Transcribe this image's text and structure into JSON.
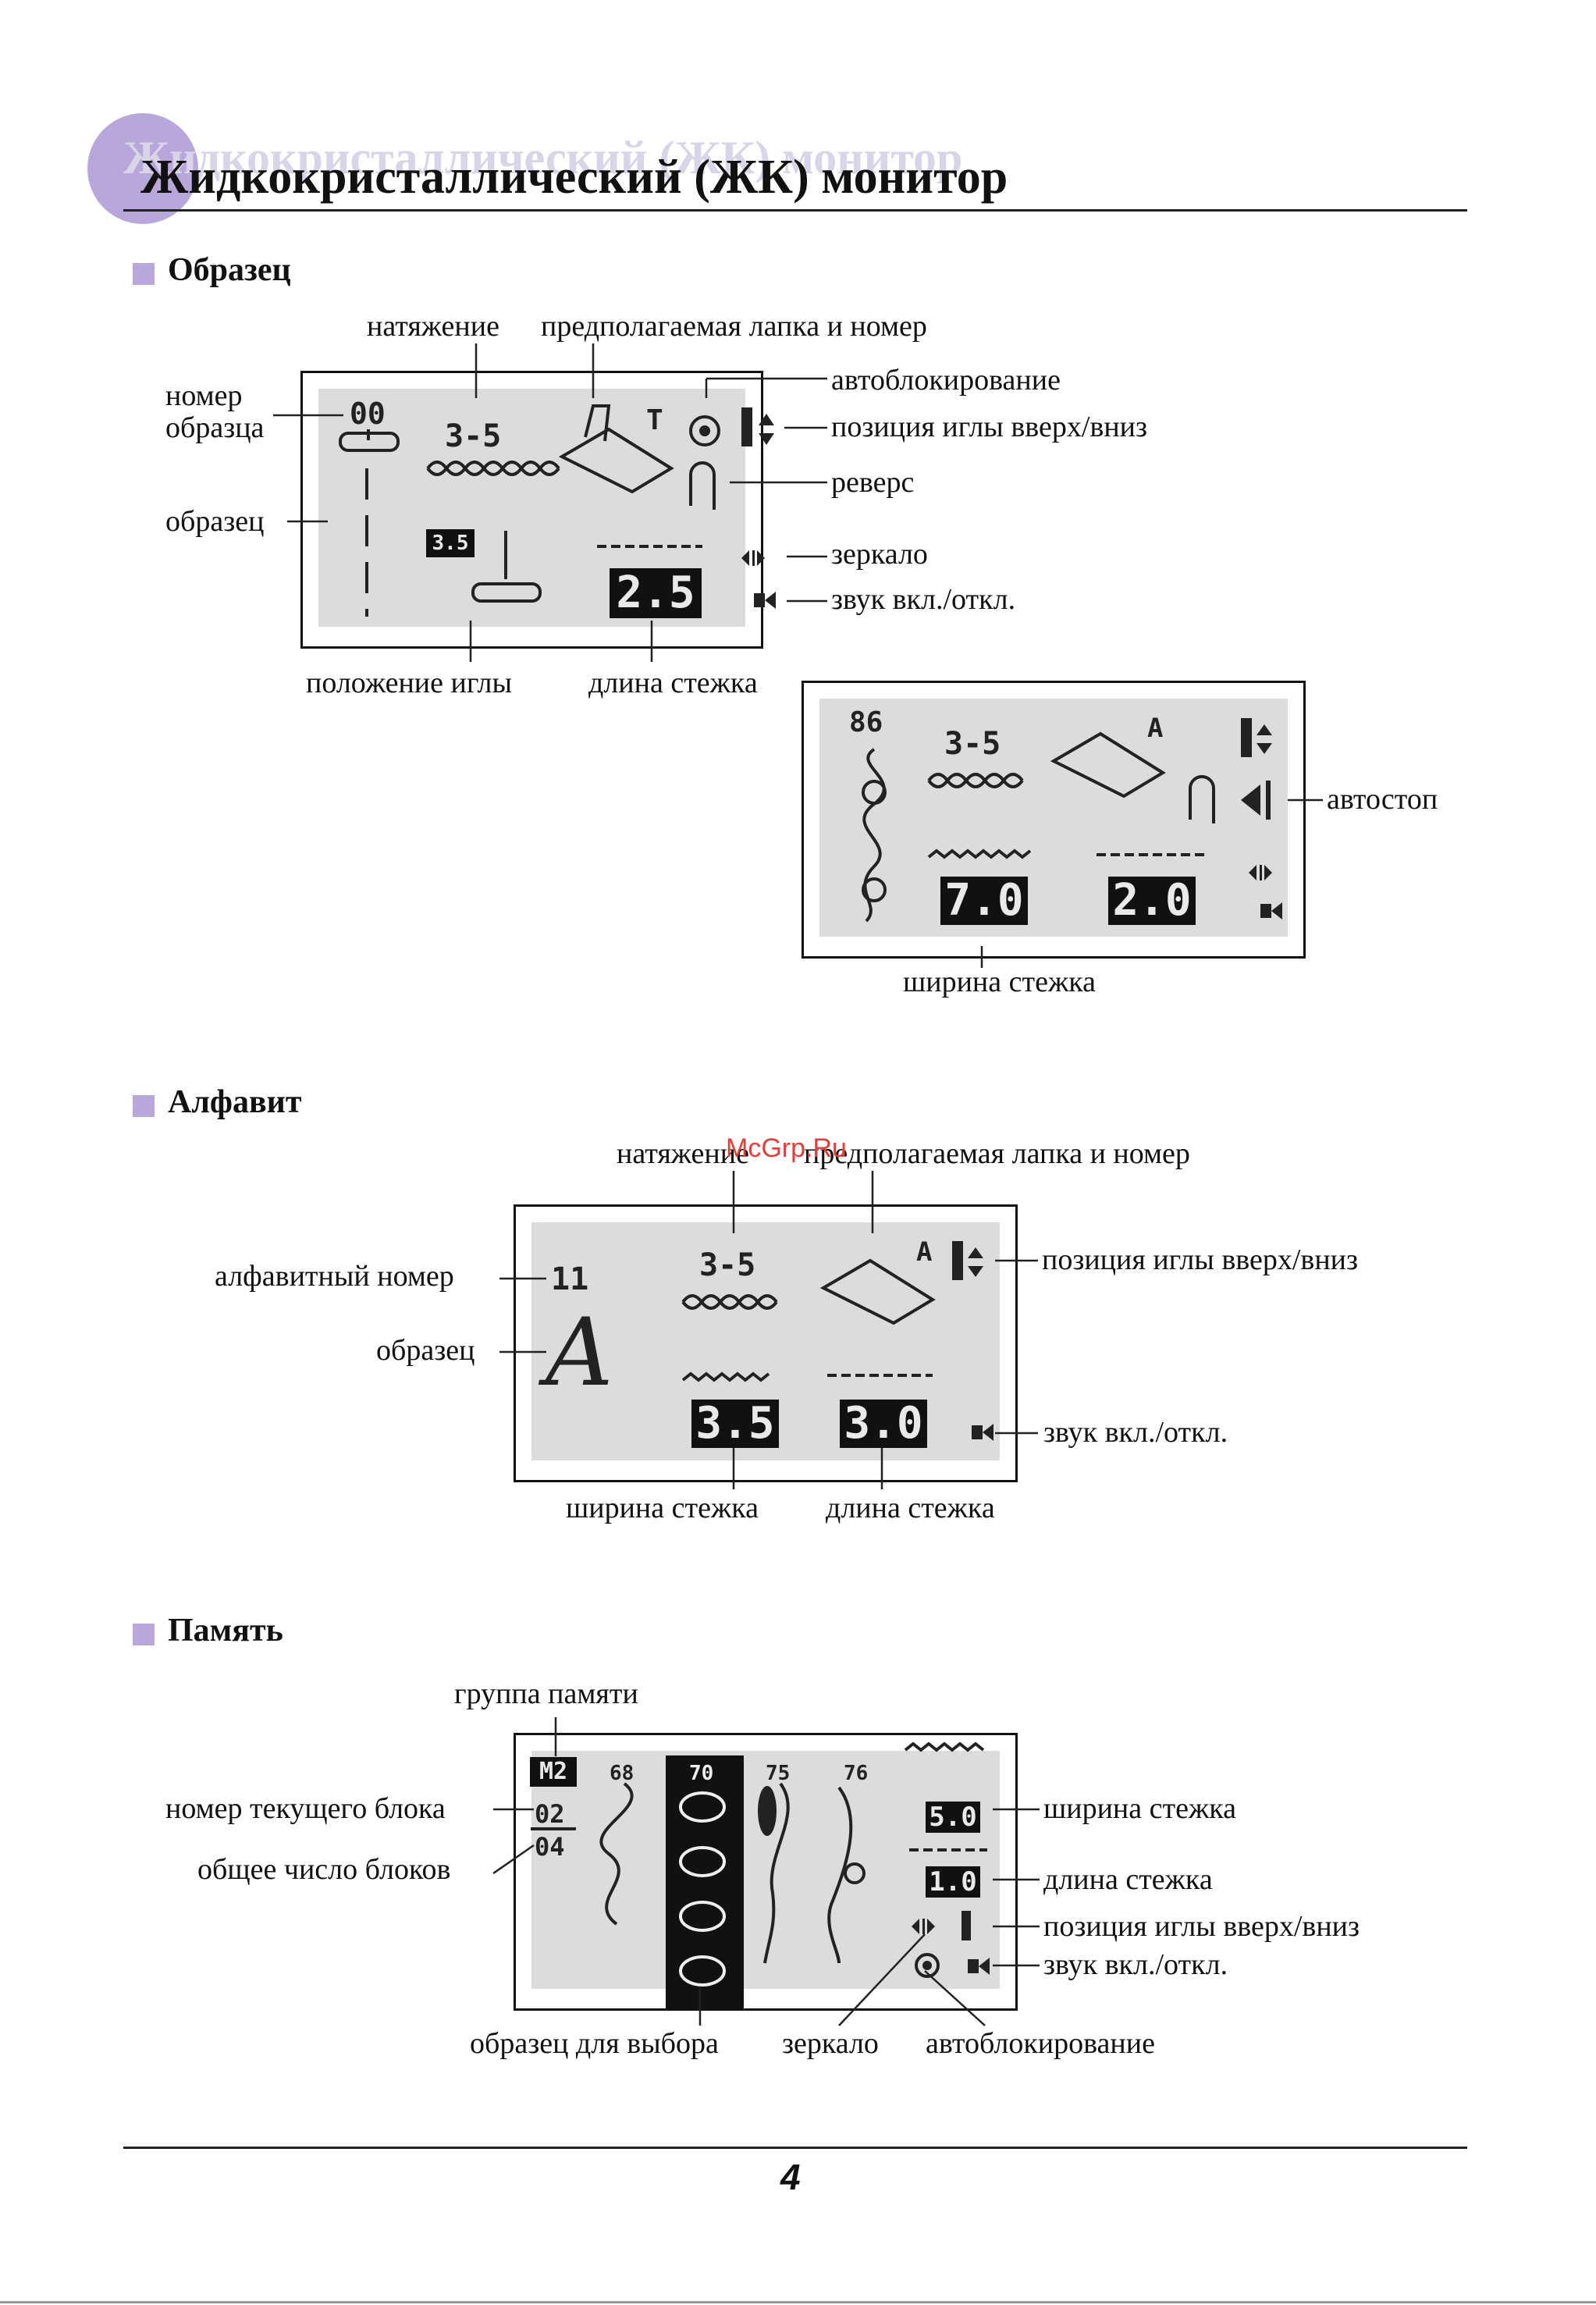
{
  "page": {
    "title": "Жидкокристаллический (ЖК) монитор",
    "page_number": "4",
    "watermark": "McGrp.Ru"
  },
  "sections": {
    "sample": {
      "heading": "Образец",
      "labels": {
        "tension": "натяжение",
        "foot": "предполагаемая лапка и номер",
        "autolock": "автоблокирование",
        "needle_pos": "позиция иглы вверх/вниз",
        "reverse": "реверс",
        "mirror": "зеркало",
        "sound": "звук вкл./откл.",
        "pattern_no_1": "номер",
        "pattern_no_2": "образца",
        "pattern": "образец",
        "needle_position": "положение иглы",
        "stitch_length": "длина стежка",
        "autostop": "автостоп",
        "stitch_width": "ширина стежка"
      },
      "lcd1": {
        "number": "00",
        "tension": "3-5",
        "foot": "T",
        "needle_value": "3.5",
        "length": "2.5"
      },
      "lcd2": {
        "number": "86",
        "tension": "3-5",
        "foot": "A",
        "width": "7.0",
        "length": "2.0"
      }
    },
    "alphabet": {
      "heading": "Алфавит",
      "labels": {
        "tension": "натяжение",
        "foot": "предполагаемая лапка и номер",
        "alpha_no": "алфавитный номер",
        "needle_pos": "позиция иглы вверх/вниз",
        "pattern": "образец",
        "sound": "звук вкл./откл.",
        "stitch_width": "ширина стежка",
        "stitch_length": "длина стежка"
      },
      "lcd": {
        "number": "11",
        "tension": "3-5",
        "foot": "A",
        "letter": "A",
        "width": "3.5",
        "length": "3.0"
      }
    },
    "memory": {
      "heading": "Память",
      "labels": {
        "group": "группа памяти",
        "current_block": "номер текущего блока",
        "total_blocks": "общее число блоков",
        "stitch_width": "ширина стежка",
        "stitch_length": "длина стежка",
        "needle_pos": "позиция иглы вверх/вниз",
        "sound": "звук вкл./откл.",
        "select_pattern": "образец для выбора",
        "mirror": "зеркало",
        "autolock": "автоблокирование"
      },
      "lcd": {
        "group": "M2",
        "current": "02",
        "total": "04",
        "patterns": [
          "68",
          "70",
          "75",
          "76"
        ],
        "width": "5.0",
        "length": "1.0"
      }
    }
  }
}
